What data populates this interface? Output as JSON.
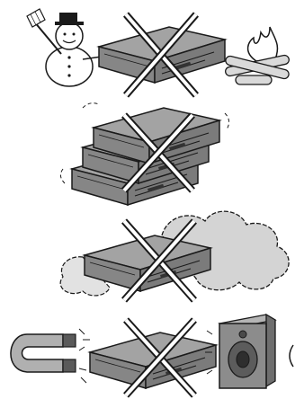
{
  "illustration": {
    "style": "grayscale line-art manual warning panels",
    "panels": [
      {
        "id": "temperature",
        "subjects": [
          "snowman",
          "vcr",
          "campfire"
        ],
        "prohibited": true
      },
      {
        "id": "stacking",
        "subjects": [
          "stacked-vcrs"
        ],
        "prohibited": true
      },
      {
        "id": "dust",
        "subjects": [
          "vcr",
          "dust-cloud"
        ],
        "prohibited": true
      },
      {
        "id": "magnetism",
        "subjects": [
          "horseshoe-magnet",
          "vcr",
          "speaker"
        ],
        "prohibited": true
      }
    ]
  },
  "colors": {
    "outline": "#1a1a1a",
    "device_top": "#9a9a9a",
    "device_front": "#7f7f7f",
    "cloud": "#d4d4d4",
    "speaker_body": "#8c8c8c",
    "magnet": "#b0b0b0",
    "fire": "#ffffff",
    "background": "#ffffff"
  }
}
